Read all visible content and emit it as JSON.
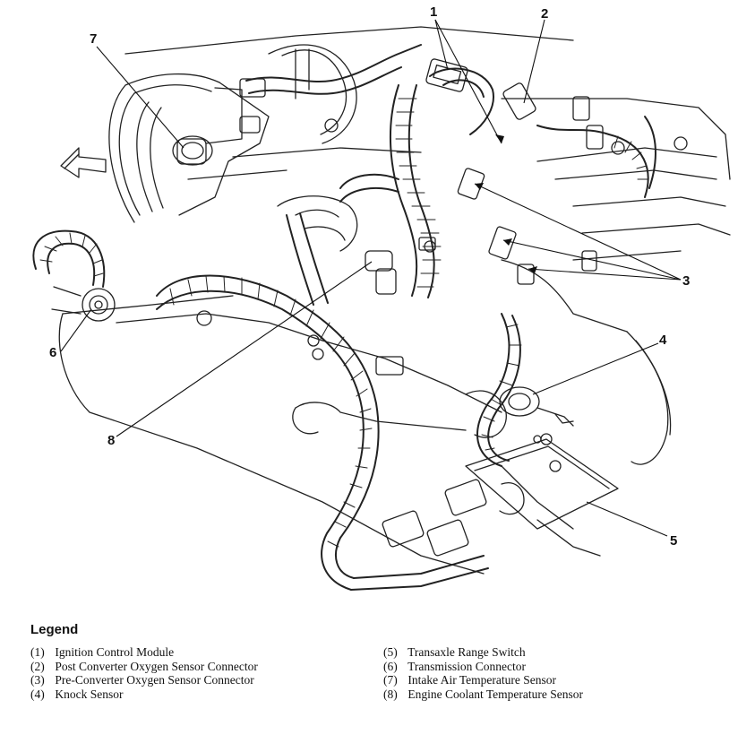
{
  "callouts": [
    "1",
    "2",
    "3",
    "4",
    "5",
    "6",
    "7",
    "8"
  ],
  "legend": {
    "title": "Legend",
    "items": [
      {
        "num": "(1)",
        "text": "Ignition Control Module"
      },
      {
        "num": "(2)",
        "text": "Post Converter Oxygen Sensor Connector"
      },
      {
        "num": "(3)",
        "text": "Pre-Converter Oxygen Sensor Connector"
      },
      {
        "num": "(4)",
        "text": "Knock Sensor"
      },
      {
        "num": "(5)",
        "text": "Transaxle Range Switch"
      },
      {
        "num": "(6)",
        "text": "Transmission Connector"
      },
      {
        "num": "(7)",
        "text": "Intake Air Temperature Sensor"
      },
      {
        "num": "(8)",
        "text": "Engine Coolant Temperature Sensor"
      }
    ]
  }
}
